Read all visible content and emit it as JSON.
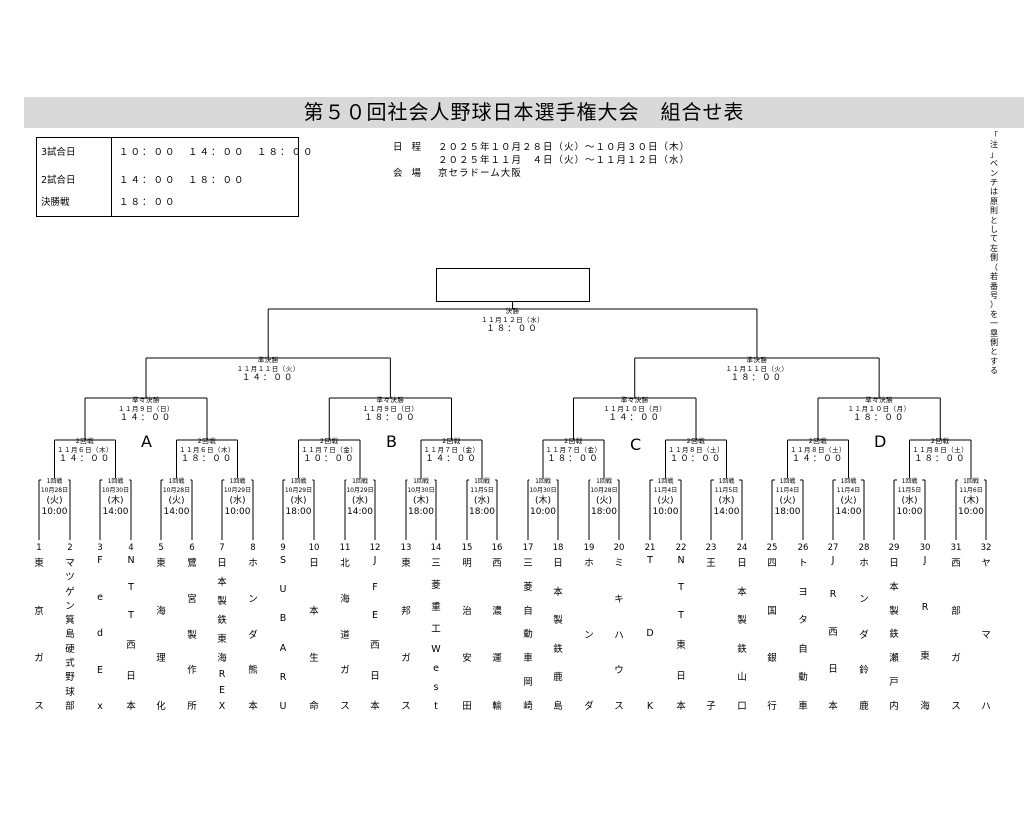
{
  "title": "第５０回社会人野球日本選手権大会　組合せ表",
  "schedule": [
    {
      "label": "3試合日",
      "times": "１０：００　１４：００　１８：００"
    },
    {
      "label": "2試合日",
      "times": "１４：００　１８：００"
    },
    {
      "label": "決勝戦",
      "times": "１８：００"
    }
  ],
  "info": {
    "dates_label": "日 程",
    "dates_line1": "２０２５年１０月２８日（火）～１０月３０日（木）",
    "dates_line2": "２０２５年１１月　４日（火）～１１月１２日（水）",
    "venue_label": "会 場",
    "venue": "京セラドーム大阪"
  },
  "note": "「注」ベンチは原則として左側（若番号）を一塁側とする",
  "final": {
    "label": "決勝",
    "date": "１１月１２日（水）",
    "time": "１８：００"
  },
  "semis": [
    {
      "label": "準決勝",
      "date": "１１月１１日（火）",
      "time": "１４：００"
    },
    {
      "label": "準決勝",
      "date": "１１月１１日（火）",
      "time": "１８：００"
    }
  ],
  "quarters": [
    {
      "label": "準々決勝",
      "date": "１１月９日（日）",
      "time": "１４：００"
    },
    {
      "label": "準々決勝",
      "date": "１１月９日（日）",
      "time": "１８：００"
    },
    {
      "label": "準々決勝",
      "date": "１１月１０日（月）",
      "time": "１４：００"
    },
    {
      "label": "準々決勝",
      "date": "１１月１０日（月）",
      "time": "１８：００"
    }
  ],
  "round2": [
    {
      "label": "2回戦",
      "date": "１１月６日（木）",
      "time": "１４：００"
    },
    {
      "label": "2回戦",
      "date": "１１月６日（木）",
      "time": "１８：００"
    },
    {
      "label": "2回戦",
      "date": "１１月７日（金）",
      "time": "１０：００"
    },
    {
      "label": "2回戦",
      "date": "１１月７日（金）",
      "time": "１４：００"
    },
    {
      "label": "2回戦",
      "date": "１１月７日（金）",
      "time": "１８：００"
    },
    {
      "label": "2回戦",
      "date": "１１月８日（土）",
      "time": "１０：００"
    },
    {
      "label": "2回戦",
      "date": "１１月８日（土）",
      "time": "１４：００"
    },
    {
      "label": "2回戦",
      "date": "１１月８日（土）",
      "time": "１８：００"
    }
  ],
  "round1": [
    {
      "label": "1回戦",
      "date": "10月28日",
      "dow": "(火)",
      "time": "10:00"
    },
    {
      "label": "1回戦",
      "date": "10月30日",
      "dow": "(木)",
      "time": "14:00"
    },
    {
      "label": "1回戦",
      "date": "10月28日",
      "dow": "(火)",
      "time": "14:00"
    },
    {
      "label": "1回戦",
      "date": "10月29日",
      "dow": "(水)",
      "time": "10:00"
    },
    {
      "label": "1回戦",
      "date": "10月29日",
      "dow": "(水)",
      "time": "18:00"
    },
    {
      "label": "1回戦",
      "date": "10月29日",
      "dow": "(水)",
      "time": "14:00"
    },
    {
      "label": "1回戦",
      "date": "10月30日",
      "dow": "(木)",
      "time": "18:00"
    },
    {
      "label": "1回戦",
      "date": "11月5日",
      "dow": "(水)",
      "time": "18:00"
    },
    {
      "label": "1回戦",
      "date": "10月30日",
      "dow": "(木)",
      "time": "10:00"
    },
    {
      "label": "1回戦",
      "date": "10月28日",
      "dow": "(火)",
      "time": "18:00"
    },
    {
      "label": "1回戦",
      "date": "11月4日",
      "dow": "(火)",
      "time": "10:00"
    },
    {
      "label": "1回戦",
      "date": "11月5日",
      "dow": "(水)",
      "time": "14:00"
    },
    {
      "label": "1回戦",
      "date": "11月4日",
      "dow": "(火)",
      "time": "18:00"
    },
    {
      "label": "1回戦",
      "date": "11月4日",
      "dow": "(火)",
      "time": "14:00"
    },
    {
      "label": "1回戦",
      "date": "11月5日",
      "dow": "(水)",
      "time": "10:00"
    },
    {
      "label": "1回戦",
      "date": "11月6日",
      "dow": "(木)",
      "time": "10:00"
    }
  ],
  "blocks": [
    "A",
    "B",
    "C",
    "D"
  ],
  "teams": [
    {
      "num": "1",
      "name": "東京ガス"
    },
    {
      "num": "2",
      "name": "マツゲン箕島硬式野球部"
    },
    {
      "num": "3",
      "name": "FedEx"
    },
    {
      "num": "4",
      "name": "NTT西日本"
    },
    {
      "num": "5",
      "name": "東海理化"
    },
    {
      "num": "6",
      "name": "鷺宮製作所"
    },
    {
      "num": "7",
      "name": "日本製鉄東海REX"
    },
    {
      "num": "8",
      "name": "ホンダ熊本"
    },
    {
      "num": "9",
      "name": "SUBARU"
    },
    {
      "num": "10",
      "name": "日本生命"
    },
    {
      "num": "11",
      "name": "北海道ガス"
    },
    {
      "num": "12",
      "name": "JFE西日本"
    },
    {
      "num": "13",
      "name": "東邦ガス"
    },
    {
      "num": "14",
      "name": "三菱重工West"
    },
    {
      "num": "15",
      "name": "明治安田"
    },
    {
      "num": "16",
      "name": "西濃運輸"
    },
    {
      "num": "17",
      "name": "三菱自動車岡崎"
    },
    {
      "num": "18",
      "name": "日本製鉄鹿島"
    },
    {
      "num": "19",
      "name": "ホンダ"
    },
    {
      "num": "20",
      "name": "ミキハウス"
    },
    {
      "num": "21",
      "name": "TDK"
    },
    {
      "num": "22",
      "name": "NTT東日本"
    },
    {
      "num": "23",
      "name": "王子"
    },
    {
      "num": "24",
      "name": "日本製鉄山口"
    },
    {
      "num": "25",
      "name": "四国銀行"
    },
    {
      "num": "26",
      "name": "トヨタ自動車"
    },
    {
      "num": "27",
      "name": "JR西日本"
    },
    {
      "num": "28",
      "name": "ホンダ鈴鹿"
    },
    {
      "num": "29",
      "name": "日本製鉄瀬戸内"
    },
    {
      "num": "30",
      "name": "JR東海"
    },
    {
      "num": "31",
      "name": "西部ガス"
    },
    {
      "num": "32",
      "name": "ヤマハ"
    }
  ]
}
